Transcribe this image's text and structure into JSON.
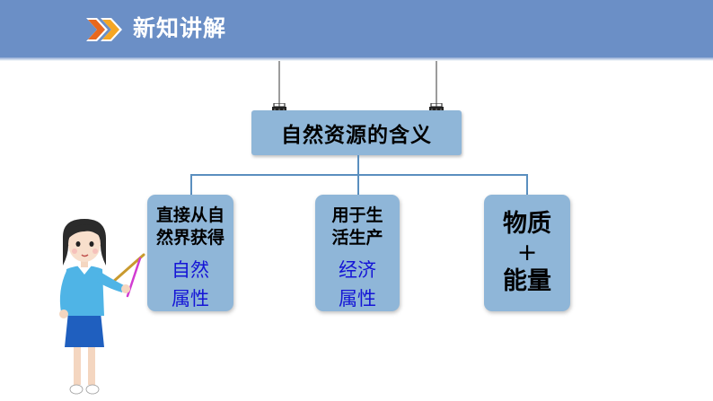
{
  "header": {
    "title": "新知讲解",
    "icon": "double-chevron-icon",
    "bg_color": "#6b8fc6",
    "chevron_colors": [
      "#e8681e",
      "#f5a623"
    ]
  },
  "main": {
    "title": "自然资源的含义",
    "box_color": "#8fb6d8",
    "connector_color": "#5a8fbf"
  },
  "children": [
    {
      "line1": "直接从自",
      "line2": "然界获得",
      "attr1": "自然",
      "attr2": "属性",
      "attr_color": "#1515d6"
    },
    {
      "line1": "用于生",
      "line2": "活生产",
      "attr1": "经济",
      "attr2": "属性",
      "attr_color": "#1515d6"
    },
    {
      "line1": "物质",
      "line2": "+",
      "line3": "能量"
    }
  ],
  "illustration": {
    "icon": "teacher-with-pointer-icon"
  }
}
